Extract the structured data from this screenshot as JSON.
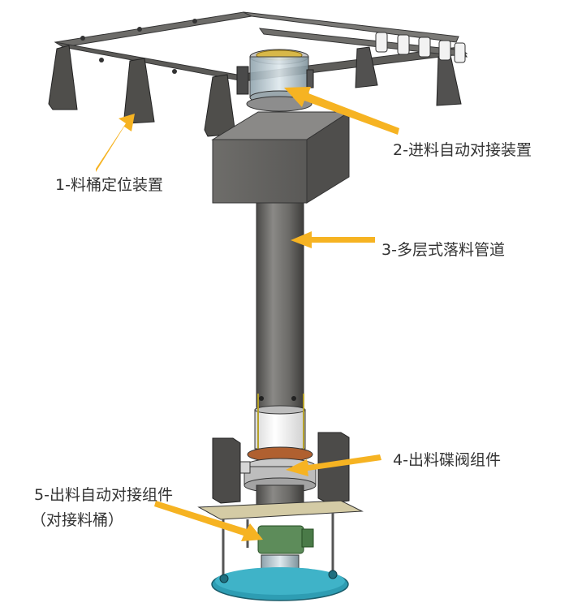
{
  "labels": {
    "l1": "1-料桶定位装置",
    "l2": "2-进料自动对接装置",
    "l3": "3-多层式落料管道",
    "l4": "4-出料碟阀组件",
    "l5_line1": "5-出料自动对接组件",
    "l5_line2": "（对接料桶）"
  },
  "colors": {
    "arrow": "#f6b322",
    "steel": "#5a5a5a",
    "pipe": "#6b6a68",
    "base_plate": "#2e9db3"
  }
}
